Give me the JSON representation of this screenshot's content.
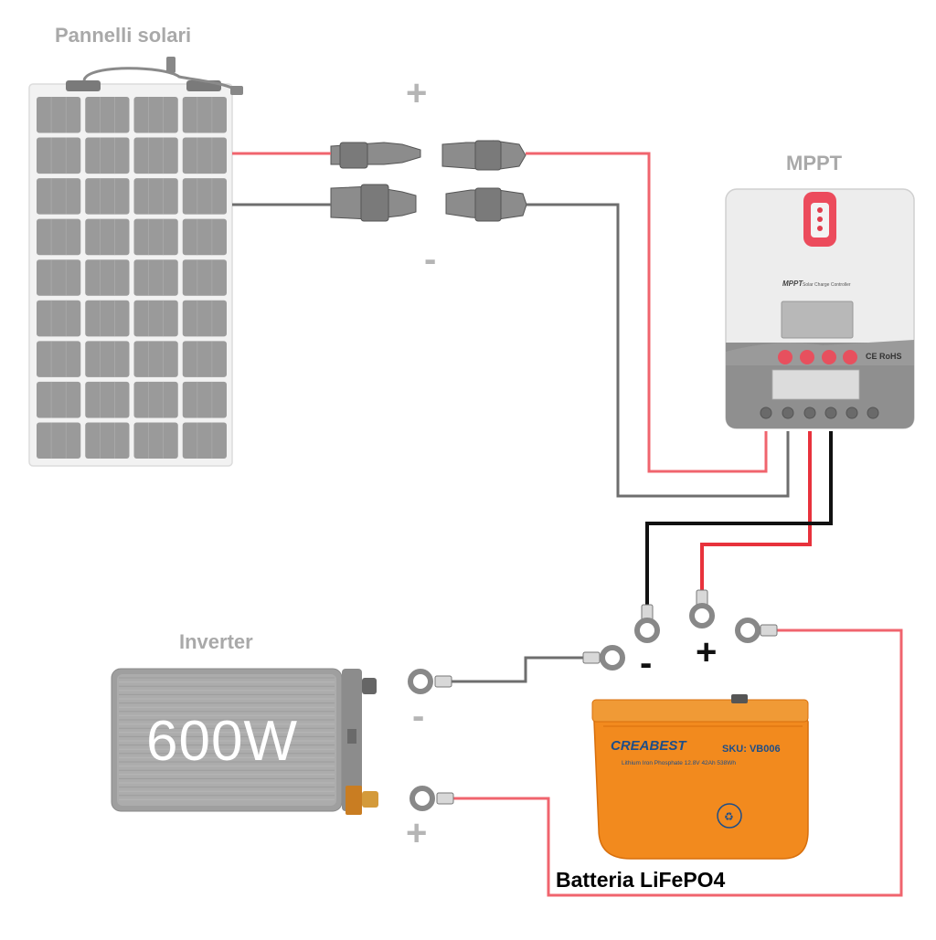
{
  "labels": {
    "solar_panels": "Pannelli solari",
    "mppt": "MPPT",
    "inverter": "Inverter",
    "battery": "Batteria LiFePO4"
  },
  "signs": {
    "panel_plus": "+",
    "panel_minus": "-",
    "battery_minus": "-",
    "battery_plus": "+",
    "inverter_minus": "-",
    "inverter_plus": "+"
  },
  "inverter": {
    "power": "600W"
  },
  "battery": {
    "brand": "CREABEST",
    "sku": "SKU: VB006",
    "chem": "Lithium Iron Phosphate 12.8V 42Ah 538Wh"
  },
  "mppt_device": {
    "brand": "MPPT",
    "subtitle": "Solar Charge Controller",
    "cert": "CE RoHS"
  },
  "colors": {
    "positive_wire": "#f0646e",
    "negative_wire": "#6e6e6e",
    "battery_neg_wire": "#111111",
    "battery_pos_wire": "#e8323c",
    "battery_case": "#f28a1e",
    "panel_cell": "#9a9a9a"
  }
}
